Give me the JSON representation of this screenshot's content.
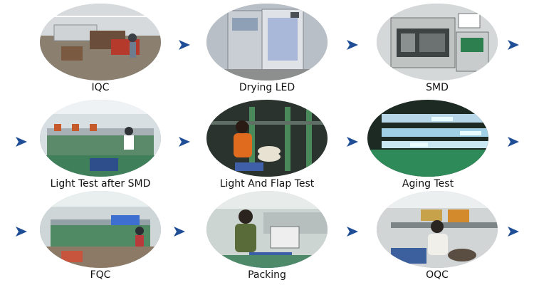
{
  "accent_color": "#1f4e96",
  "steps": [
    {
      "label": "IQC",
      "scene_icon": "workshop-icon"
    },
    {
      "label": "Drying LED",
      "scene_icon": "drying-oven-icon"
    },
    {
      "label": "SMD",
      "scene_icon": "smd-machine-icon"
    },
    {
      "label": "Light Test after SMD",
      "scene_icon": "light-test-icon"
    },
    {
      "label": "Light And Flap Test",
      "scene_icon": "worker-test-icon"
    },
    {
      "label": "Aging Test",
      "scene_icon": "aging-rack-icon"
    },
    {
      "label": "FQC",
      "scene_icon": "fqc-line-icon"
    },
    {
      "label": "Packing",
      "scene_icon": "packing-icon"
    },
    {
      "label": "OQC",
      "scene_icon": "oqc-inspection-icon"
    }
  ],
  "arrow_icon": "triangle-right-icon"
}
